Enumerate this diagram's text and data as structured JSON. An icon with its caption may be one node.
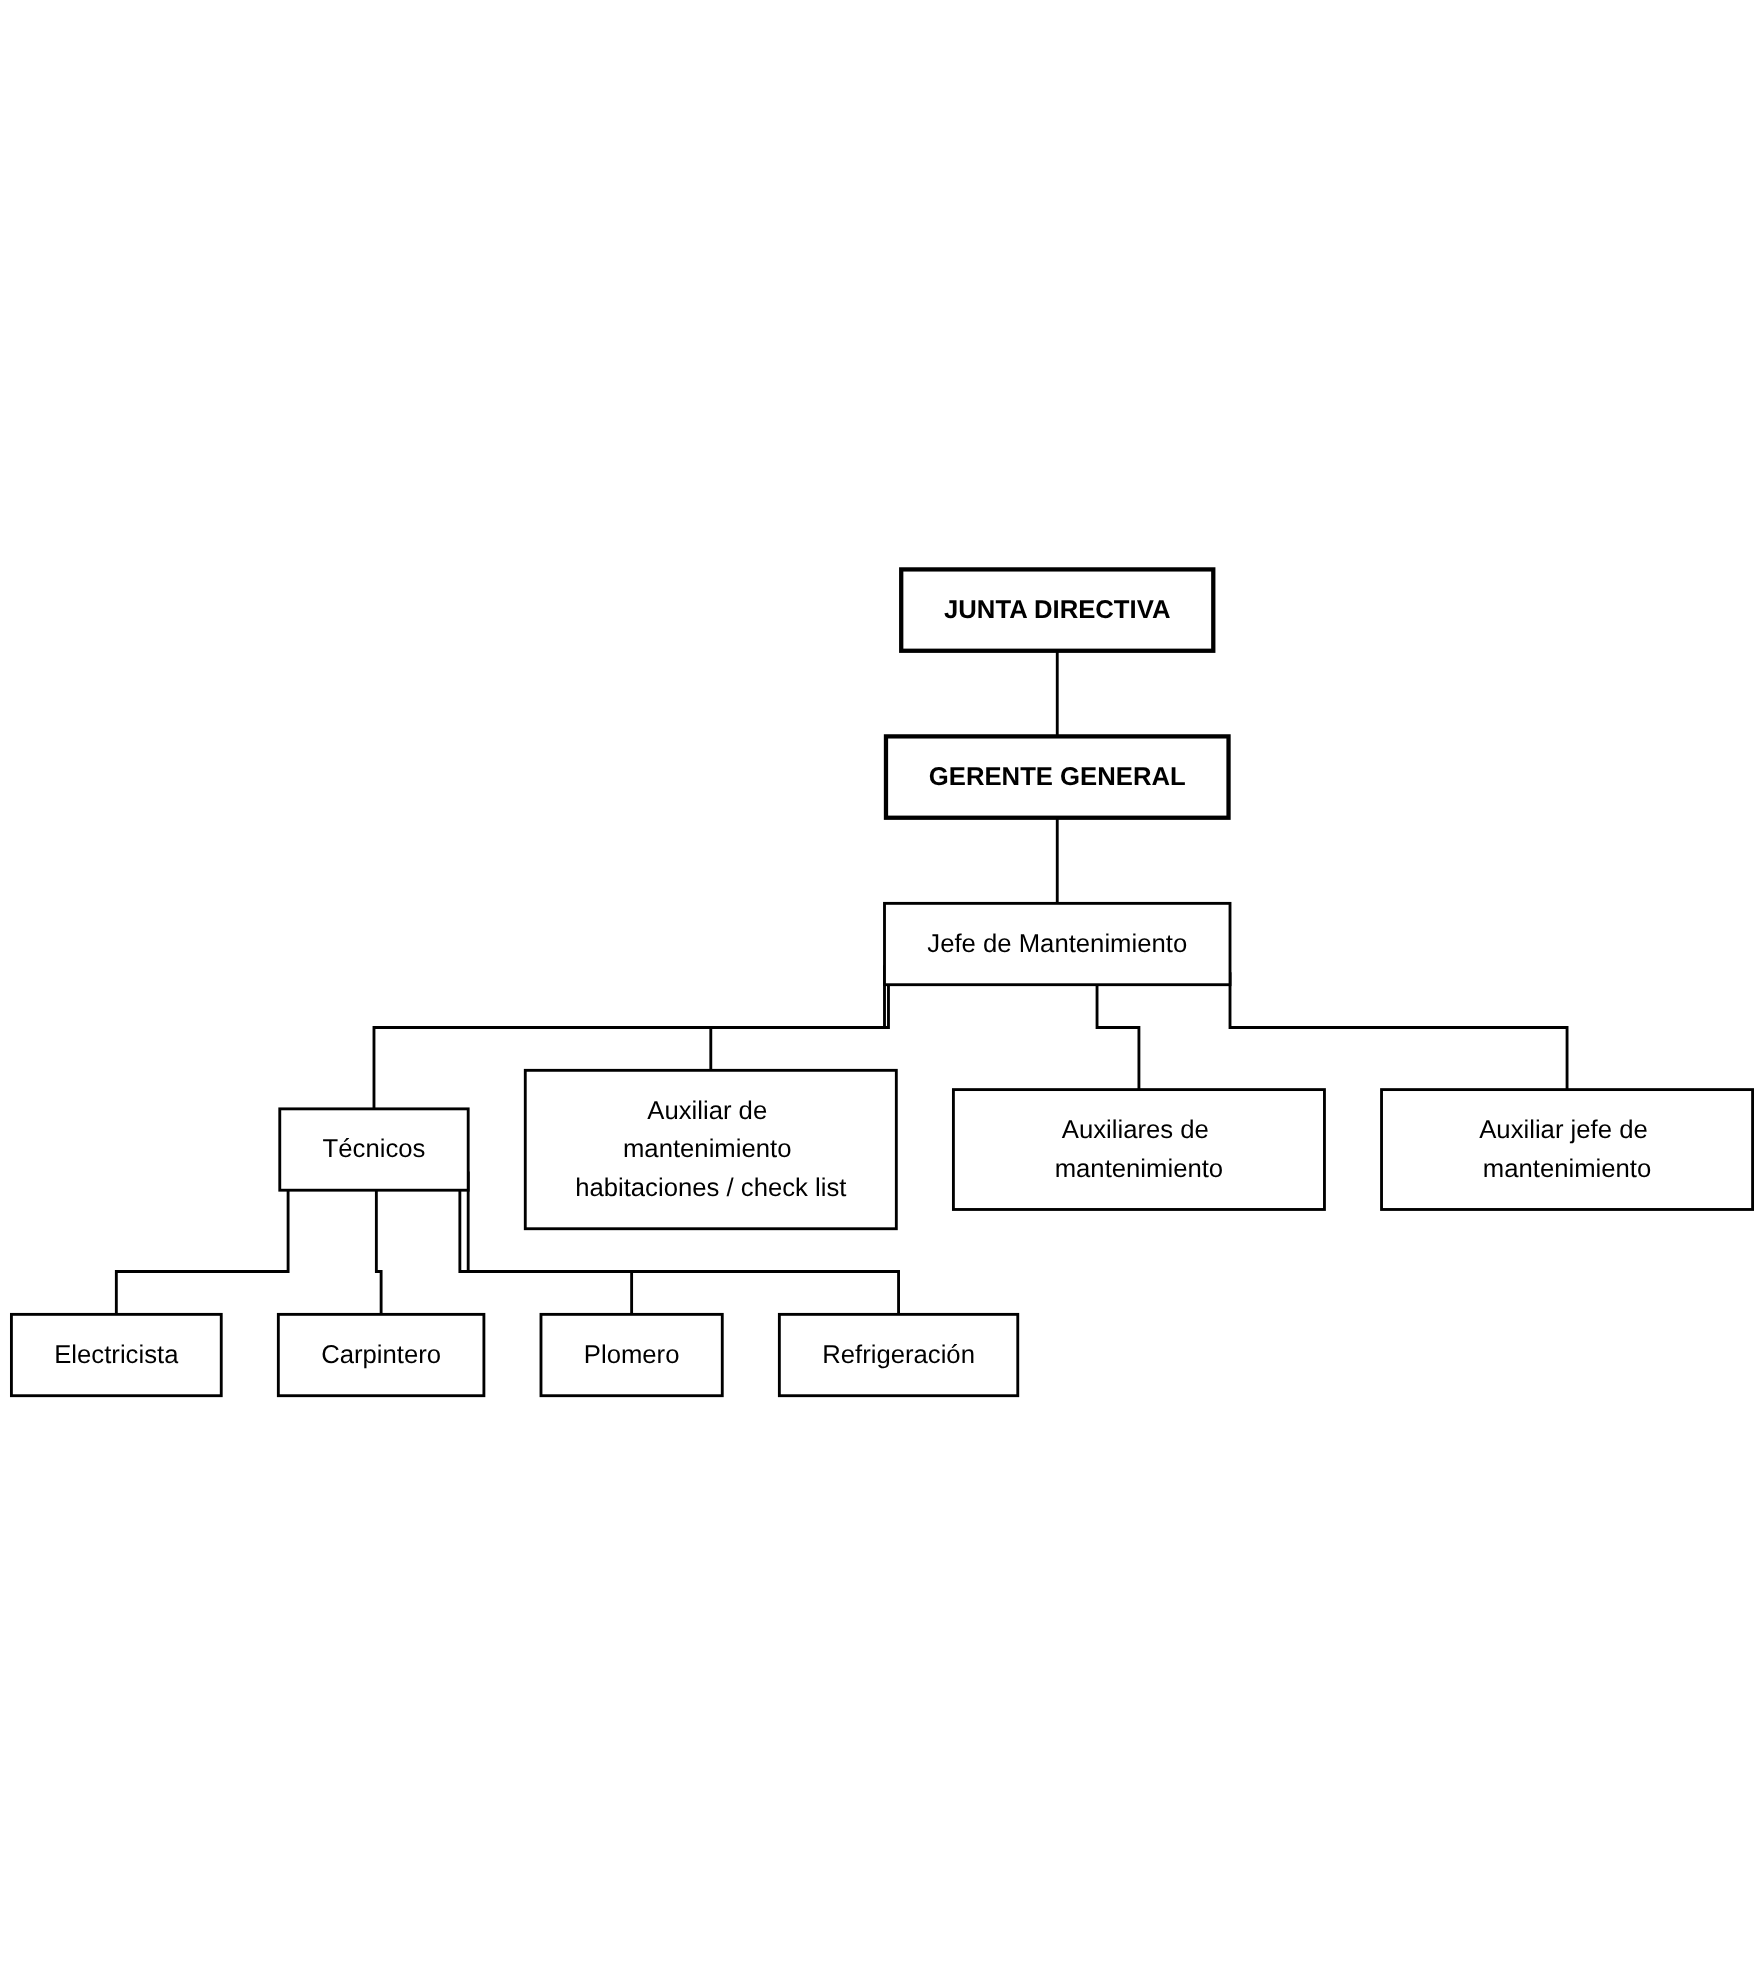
{
  "diagram": {
    "nodes": [
      {
        "text": [
          "JUNTA DIRECTIVA"
        ]
      },
      {
        "text": [
          "GERENTE GENERAL"
        ]
      },
      {
        "text": [
          "Jefe de Mantenimiento"
        ]
      },
      {
        "text": [
          "Auxiliar jefe de mantenimiento"
        ]
      },
      {
        "text": [
          "Técnicos"
        ]
      },
      {
        "text": [
          "Auxiliar de mantenimiento habitaciones / check list"
        ]
      },
      {
        "text": [
          "Auxiliares de mantenimiento"
        ]
      },
      {
        "text": [
          "Electricista"
        ]
      },
      {
        "text": [
          "Carpintero"
        ]
      },
      {
        "text": [
          "Plomero"
        ]
      },
      {
        "text": [
          "Refrigeración"
        ]
      }
    ],
    "edges": [
      {
        "from": 0,
        "to": 1,
        "arrow": "none"
      },
      {
        "from": 1,
        "to": 2,
        "arrow": "none"
      },
      {
        "from": 2,
        "to": 3,
        "arrow": "none"
      },
      {
        "from": 2,
        "to": 4,
        "arrow": "none"
      },
      {
        "from": 2,
        "to": 5,
        "arrow": "none"
      },
      {
        "from": 2,
        "to": 6,
        "arrow": "none"
      },
      {
        "from": 4,
        "to": 7,
        "arrow": "none"
      },
      {
        "from": 4,
        "to": 8,
        "arrow": "none"
      },
      {
        "from": 4,
        "to": 9,
        "arrow": "none"
      },
      {
        "from": 4,
        "to": 10,
        "arrow": "none"
      }
    ]
  }
}
